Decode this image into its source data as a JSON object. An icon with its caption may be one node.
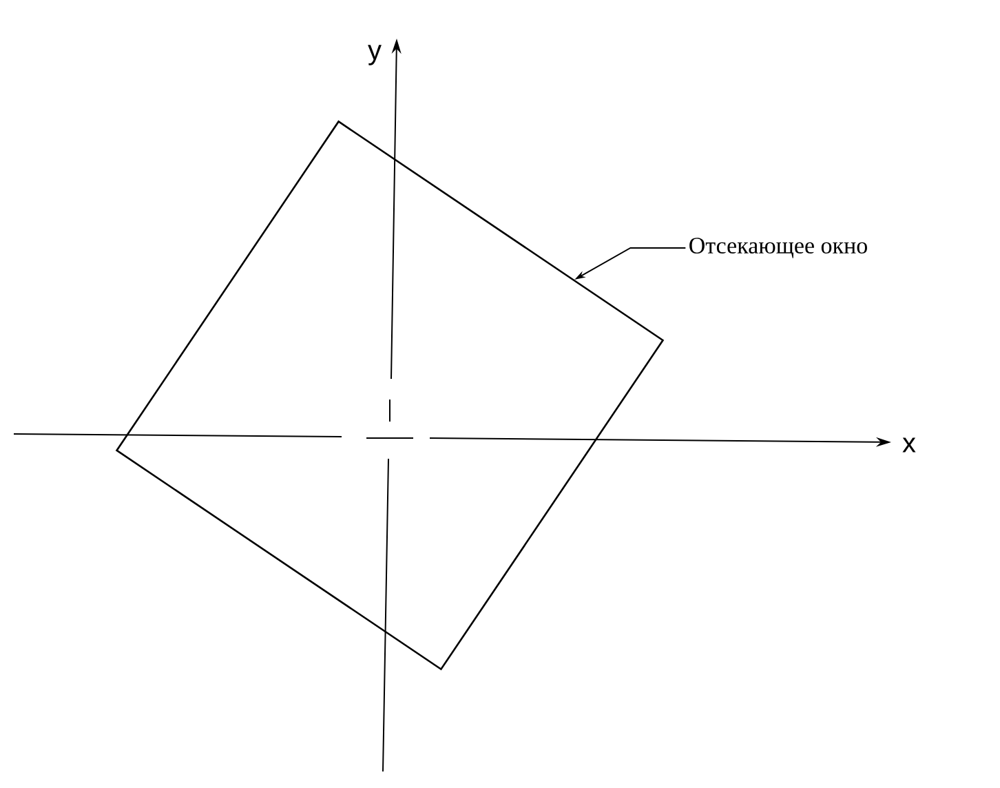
{
  "diagram": {
    "nodes": [
      {
        "text": [
          "Отсекающее окно"
        ]
      },
      {
        "text": [],
        "shape": "box"
      }
    ],
    "edges": [
      {
        "from": 0,
        "to": 1,
        "arrow": "to"
      }
    ],
    "labels": [
      "y",
      "x"
    ]
  }
}
